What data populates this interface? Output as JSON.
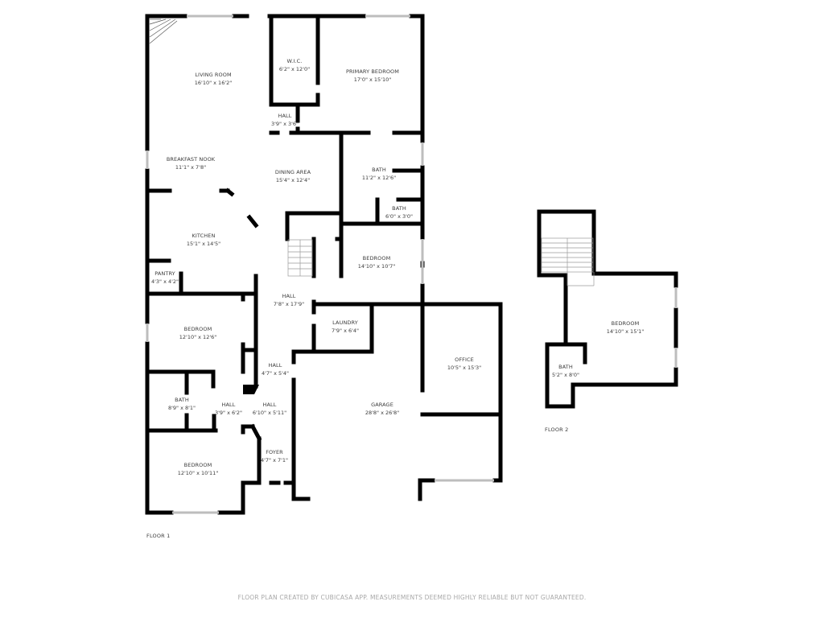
{
  "floors": [
    {
      "label": "FLOOR 1",
      "rooms": [
        {
          "name": "LIVING ROOM",
          "dim": "16'10\" x 16'2\""
        },
        {
          "name": "W.I.C.",
          "dim": "6'2\" x 12'0\""
        },
        {
          "name": "PRIMARY BEDROOM",
          "dim": "17'0\" x 15'10\""
        },
        {
          "name": "HALL",
          "dim": "3'9\" x 3'6\""
        },
        {
          "name": "BREAKFAST NOOK",
          "dim": "11'1\" x 7'8\""
        },
        {
          "name": "DINING AREA",
          "dim": "15'4\" x 12'4\""
        },
        {
          "name": "BATH",
          "dim": "11'2\" x 12'6\""
        },
        {
          "name": "BATH",
          "dim": "6'0\" x 3'0\""
        },
        {
          "name": "KITCHEN",
          "dim": "15'1\" x 14'5\""
        },
        {
          "name": "BEDROOM",
          "dim": "14'10\" x 10'7\""
        },
        {
          "name": "PANTRY",
          "dim": "4'3\" x 4'2\""
        },
        {
          "name": "HALL",
          "dim": "7'8\" x 17'9\""
        },
        {
          "name": "LAUNDRY",
          "dim": "7'9\" x 6'4\""
        },
        {
          "name": "BEDROOM",
          "dim": "12'10\" x 12'6\""
        },
        {
          "name": "OFFICE",
          "dim": "10'5\" x 15'3\""
        },
        {
          "name": "HALL",
          "dim": "4'7\" x 5'4\""
        },
        {
          "name": "BATH",
          "dim": "8'9\" x 8'1\""
        },
        {
          "name": "HALL",
          "dim": "3'9\" x 6'2\""
        },
        {
          "name": "HALL",
          "dim": "6'10\" x 5'11\""
        },
        {
          "name": "GARAGE",
          "dim": "28'8\" x 26'8\""
        },
        {
          "name": "FOYER",
          "dim": "4'7\" x 7'1\""
        },
        {
          "name": "BEDROOM",
          "dim": "12'10\" x 10'11\""
        }
      ]
    },
    {
      "label": "FLOOR 2",
      "rooms": [
        {
          "name": "BEDROOM",
          "dim": "14'10\" x 15'1\""
        },
        {
          "name": "BATH",
          "dim": "5'2\" x 8'0\""
        }
      ]
    }
  ],
  "disclaimer": "FLOOR PLAN CREATED BY CUBICASA APP. MEASUREMENTS DEEMED HIGHLY RELIABLE BUT NOT GUARANTEED.",
  "colors": {
    "wall": "#000000",
    "window": "#c8c8c8",
    "label": "#3a3a3a",
    "disclaimer": "#a8a8a8"
  }
}
